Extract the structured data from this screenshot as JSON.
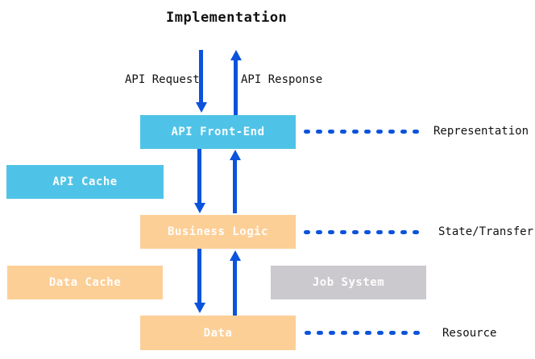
{
  "title": "Implementation",
  "colors": {
    "cyan": "#4FC3E7",
    "orange": "#FCCF97",
    "gray": "#CBC9CD",
    "arrow_blue": "#0B53DC",
    "text": "#111111",
    "box_text": "#FFFFFF"
  },
  "flow_labels": {
    "request": "API Request",
    "response": "API Response"
  },
  "layers": [
    {
      "id": "api-front-end",
      "label": "API Front-End",
      "color": "cyan",
      "annotation": "Representation"
    },
    {
      "id": "business-logic",
      "label": "Business Logic",
      "color": "orange",
      "annotation": "State/Transfer"
    },
    {
      "id": "data",
      "label": "Data",
      "color": "orange",
      "annotation": "Resource"
    }
  ],
  "side_boxes": [
    {
      "id": "api-cache",
      "label": "API Cache",
      "color": "cyan"
    },
    {
      "id": "data-cache",
      "label": "Data Cache",
      "color": "orange"
    },
    {
      "id": "job-system",
      "label": "Job System",
      "color": "gray"
    }
  ],
  "dashes_per_connector": 10
}
